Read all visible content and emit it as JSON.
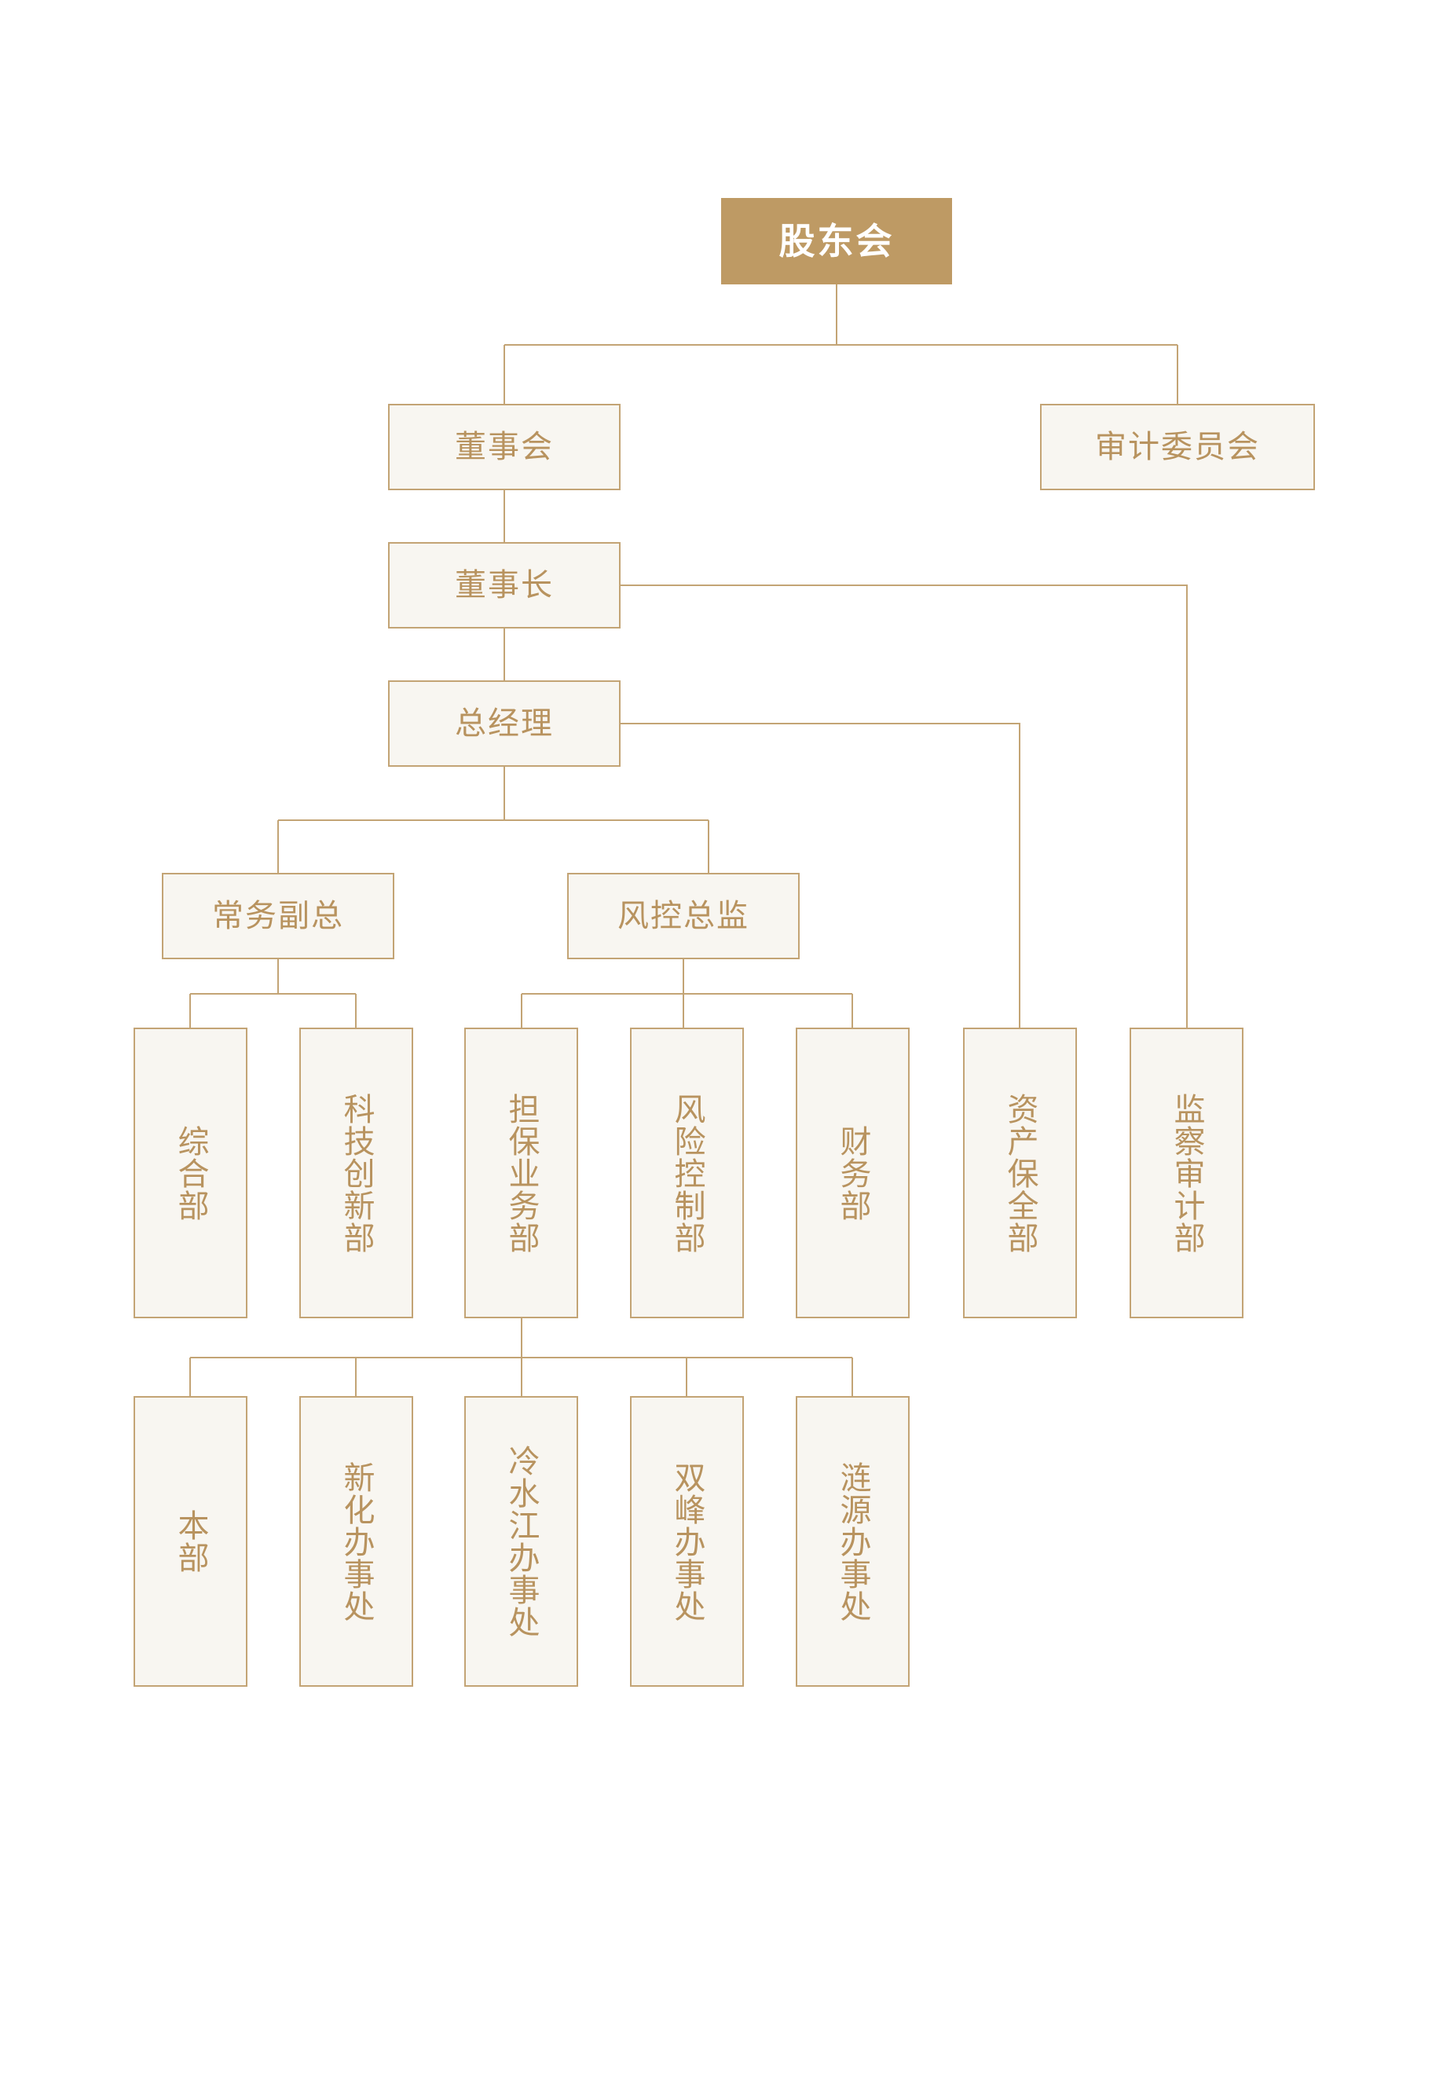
{
  "colors": {
    "accent": "#be9a64",
    "line": "#c3a475",
    "text": "#b8935f",
    "box_fill": "#f8f6f1"
  },
  "nodes": {
    "gudonghui": "股东会",
    "dongshihui": "董事会",
    "shenji_weiyuanhui": "审计委员会",
    "dongshizhang": "董事长",
    "zongjingli": "总经理",
    "changwu_fuzong": "常务副总",
    "fengkong_zongjian": "风控总监",
    "zonghe_bu": "综合部",
    "keji_chuangxin_bu": "科技创新部",
    "danbao_yewu_bu": "担保业务部",
    "fengxian_kongzhi_bu": "风险控制部",
    "caiwu_bu": "财务部",
    "zichan_baoquan_bu": "资产保全部",
    "jiancha_shenji_bu": "监察审计部",
    "benbu": "本部",
    "xinhua_banshichu": "新化办事处",
    "lengshuijiang_banshichu": "冷水江办事处",
    "shuangfeng_banshichu": "双峰办事处",
    "lianyuan_banshichu": "涟源办事处"
  }
}
